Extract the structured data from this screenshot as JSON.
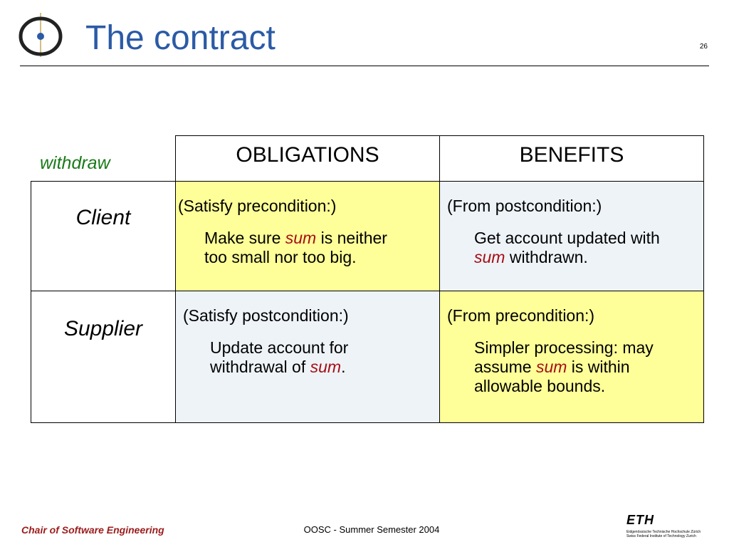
{
  "header": {
    "title": "The contract",
    "slide_number": "26"
  },
  "table": {
    "corner_label": "withdraw",
    "col_headers": [
      "OBLIGATIONS",
      "BENEFITS"
    ],
    "rows": [
      {
        "label": "Client",
        "obligation": {
          "lead": "(Satisfy precondition:)",
          "text_before": "Make sure ",
          "highlight": "sum",
          "text_after": " is neither too small nor too big."
        },
        "benefit": {
          "lead": "(From postcondition:)",
          "text_before": "Get account updated with ",
          "highlight": "sum",
          "text_after": " withdrawn."
        }
      },
      {
        "label": "Supplier",
        "obligation": {
          "lead": "(Satisfy postcondition:)",
          "text_before": "Update account for withdrawal of ",
          "highlight": "sum",
          "text_after": "."
        },
        "benefit": {
          "lead": "(From precondition:)",
          "text_before": "Simpler processing: may assume ",
          "highlight": "sum",
          "text_after": " is within allowable bounds."
        }
      }
    ]
  },
  "footer": {
    "left": "Chair of Software Engineering",
    "center": "OOSC - Summer Semester 2004",
    "eth_mark": "ETH",
    "eth_line1": "Eidgenössische Technische Hochschule Zürich",
    "eth_line2": "Swiss Federal Institute of Technology Zurich"
  },
  "colors": {
    "title": "#2b5aa6",
    "highlight": "#a50f15",
    "corner_label": "#1a7a1a",
    "yellow_cell": "#ffff99",
    "blue_cell": "#eef3f8",
    "footer_left": "#9b1b1b"
  },
  "icons": {
    "logo": "circle-dot-logo"
  }
}
